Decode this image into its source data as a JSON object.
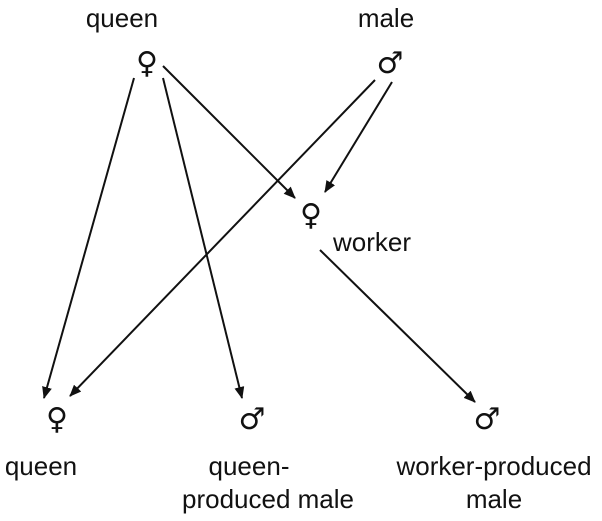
{
  "nodes": {
    "queen_parent": {
      "label": "queen",
      "symbol": "♀"
    },
    "male_parent": {
      "label": "male",
      "symbol": "♂"
    },
    "worker": {
      "label": "worker",
      "symbol": "♀"
    },
    "queen_offspring": {
      "label": "queen",
      "symbol": "♀"
    },
    "queen_produced_male": {
      "label_line1": "queen-",
      "label_line2": "produced male",
      "symbol": "♂"
    },
    "worker_produced_male": {
      "label_line1": "worker-produced",
      "label_line2": "male",
      "symbol": "♂"
    }
  },
  "edges": [
    {
      "from": "queen_parent",
      "to": "queen_offspring"
    },
    {
      "from": "queen_parent",
      "to": "queen_produced_male"
    },
    {
      "from": "queen_parent",
      "to": "worker"
    },
    {
      "from": "male_parent",
      "to": "queen_offspring"
    },
    {
      "from": "male_parent",
      "to": "worker"
    },
    {
      "from": "worker",
      "to": "worker_produced_male"
    }
  ]
}
